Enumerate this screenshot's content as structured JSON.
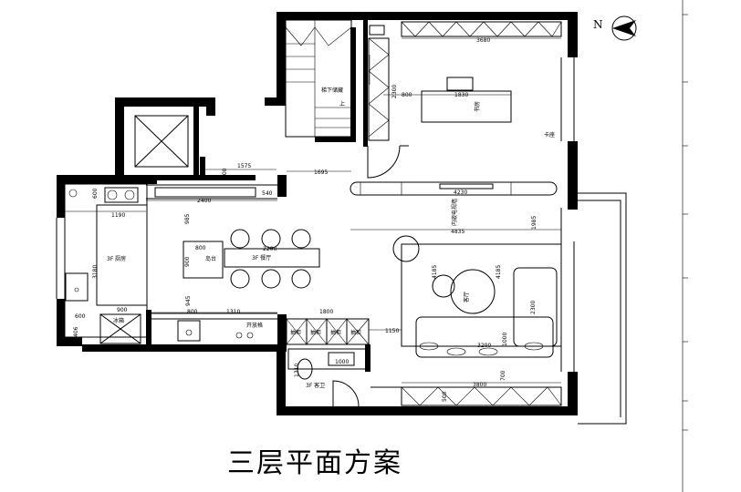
{
  "title": "三层平面方案",
  "north_label": "N",
  "rooms": {
    "stair_label": "梯下储藏",
    "stair_up": "上",
    "study": "书房",
    "kitchen": "3F 厨房",
    "dining": "3F 餐厅",
    "island": "岛台",
    "living": "客厅",
    "bathroom": "3F 客卫",
    "fridge": "冰箱",
    "open_cabinet": "开放格",
    "tv_wall": "内嵌电视墙",
    "curtain": "卡座",
    "cab1": "抽柜",
    "cab2": "抽柜",
    "cab3": "抽柜",
    "cab4": "抽柜"
  },
  "dims": {
    "d3680": "3680",
    "d2300": "2300",
    "d800a": "800",
    "d1830": "1830",
    "d1575": "1575",
    "d1695": "1695",
    "d500": "500",
    "d540": "540",
    "d600": "600",
    "d1190": "1190",
    "d2400": "2400",
    "d985": "985",
    "d4230": "4230",
    "d4835": "4835",
    "d1985": "1985",
    "d800b": "800",
    "d2200": "2200",
    "d900a": "900",
    "d3180": "3180",
    "d945": "945",
    "d4185a": "4185",
    "d4185b": "4185",
    "d900b": "900",
    "d800c": "800",
    "d1310": "1310",
    "d1800": "1800",
    "d1150": "1150",
    "d600b": "600",
    "d406": "406",
    "d2300b": "2300",
    "d1000a": "1000",
    "d3200": "3200",
    "d1000b": "1000",
    "d1310b": "1310",
    "d700": "700",
    "d3800": "3800",
    "d500b": "500"
  }
}
